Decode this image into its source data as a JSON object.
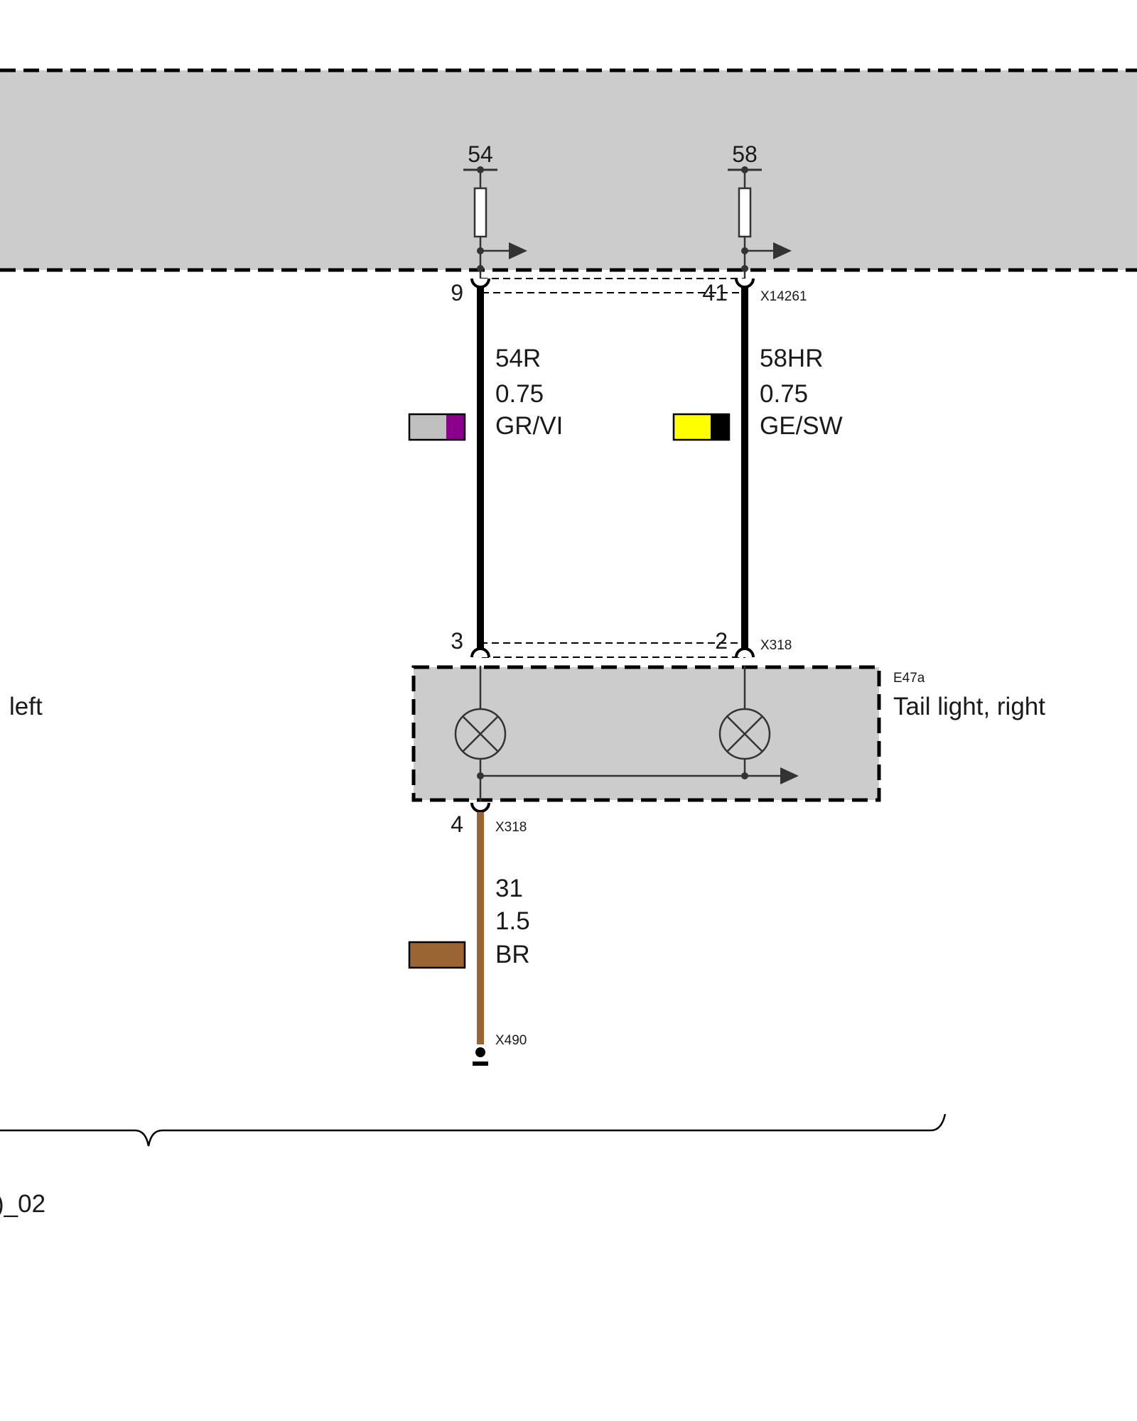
{
  "control_unit": {
    "fuse_left_label": "54",
    "fuse_right_label": "58"
  },
  "connector_top": {
    "name": "X14261",
    "pin_left": "9",
    "pin_right": "41"
  },
  "wire_left": {
    "signal": "54R",
    "cross_section": "0.75",
    "color_code": "GR/VI",
    "swatch_primary": "#c0c0c0",
    "swatch_stripe": "#8b008b"
  },
  "wire_right": {
    "signal": "58HR",
    "cross_section": "0.75",
    "color_code": "GE/SW",
    "swatch_primary": "#ffff00",
    "swatch_stripe": "#000000"
  },
  "connector_bottom": {
    "name": "X318",
    "pin_left": "3",
    "pin_right": "2"
  },
  "tail_light": {
    "code": "E47a",
    "name": "Tail light, right"
  },
  "ground_connector": {
    "name": "X318",
    "pin": "4"
  },
  "ground_wire": {
    "signal": "31",
    "cross_section": "1.5",
    "color_code": "BR",
    "swatch_color": "#9b6433"
  },
  "ground_point": {
    "name": "X490"
  },
  "left_cut_text": {
    "component_fragment": "left",
    "page_ref_fragment": ")_02"
  }
}
